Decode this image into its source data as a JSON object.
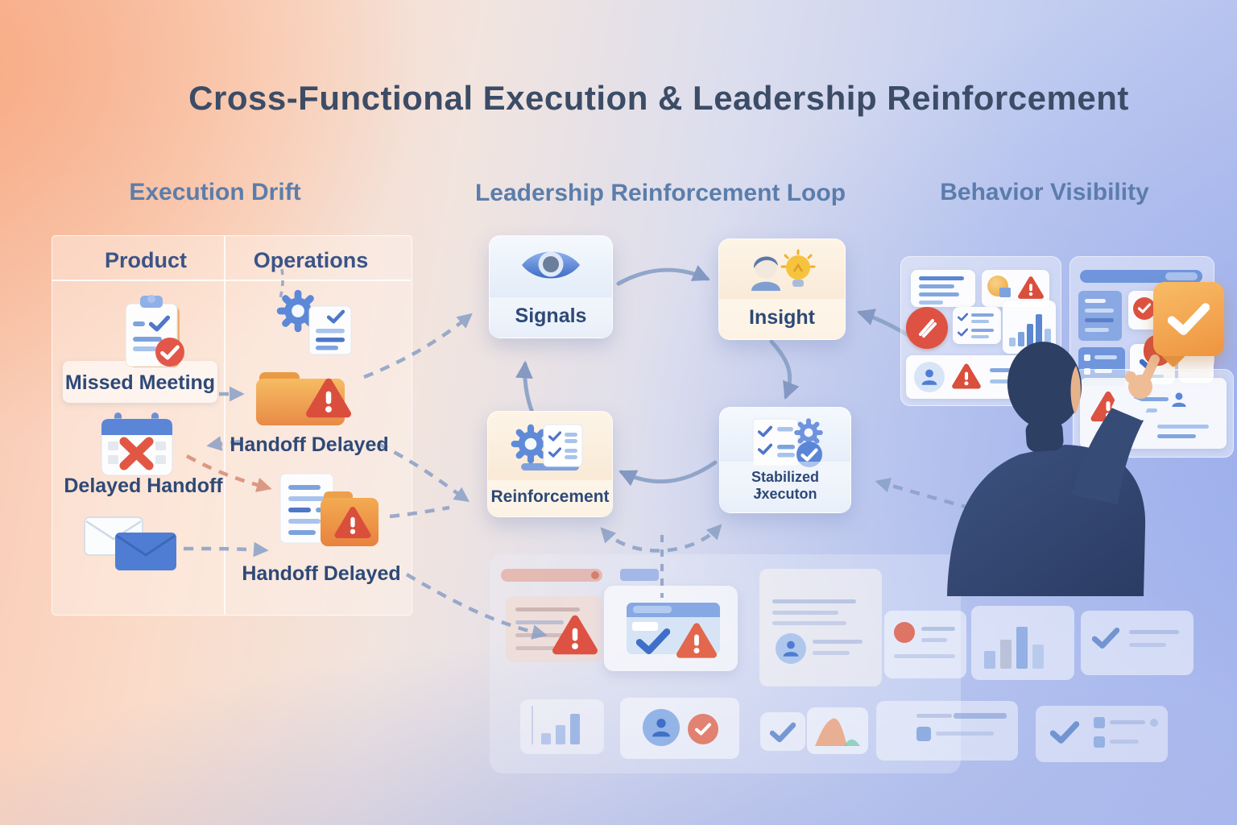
{
  "title": "Cross-Functional Execution & Leadership Reinforcement",
  "sections": {
    "execution_drift": {
      "heading": "Execution Drift",
      "columns": {
        "product": "Product",
        "operations": "Operations"
      },
      "labels": {
        "missed_meeting": "Missed Meeting",
        "handoff_delayed_ops": "Handoff Delayed",
        "delayed_handoff": "Delayed Handoff",
        "handoff_delayed_doc": "Handoff Delayed"
      },
      "icons": {
        "product_row1": "clipboard-check-icon",
        "product_row2": "calendar-x-icon",
        "product_row3": "envelopes-icon",
        "operations_row1": "gear-document-icon",
        "operations_row2": "folder-warning-icon",
        "operations_row3": "document-folder-warning-icon"
      }
    },
    "leadership_loop": {
      "heading": "Leadership Reinforcement Loop",
      "nodes": {
        "signals": {
          "label": "Signals",
          "icon": "eye-icon"
        },
        "insight": {
          "label": "Insight",
          "icon": "person-lightbulb-icon"
        },
        "reinforcement": {
          "label": "Reinforcement",
          "icon": "gear-checklist-icon"
        },
        "stabilized": {
          "label": "Stabilized Ɉxecuton",
          "icon": "checklist-gear-badge-icon"
        }
      }
    },
    "behavior_visibility": {
      "heading": "Behavior Visibility",
      "icons": [
        "alert-triangle-icon",
        "avatar-icon",
        "bar-chart-icon",
        "check-icon",
        "badge-icon",
        "clock-alert-icon",
        "checklist-icon",
        "callout-check-icon",
        "pointing-man-figure"
      ]
    }
  },
  "colors": {
    "title_text": "#3c4c66",
    "heading_text": "#5c7dab",
    "label_text": "#2e4977",
    "accent_blue": "#4f7dd3",
    "alert_red": "#d94f3c",
    "folder_orange": "#f0a04a",
    "callout_orange": "#f3a24b",
    "arrow_steel": "#8aa0c6",
    "bg_peach": "#f8c3a6",
    "bg_periwinkle": "#b6c2ee"
  }
}
